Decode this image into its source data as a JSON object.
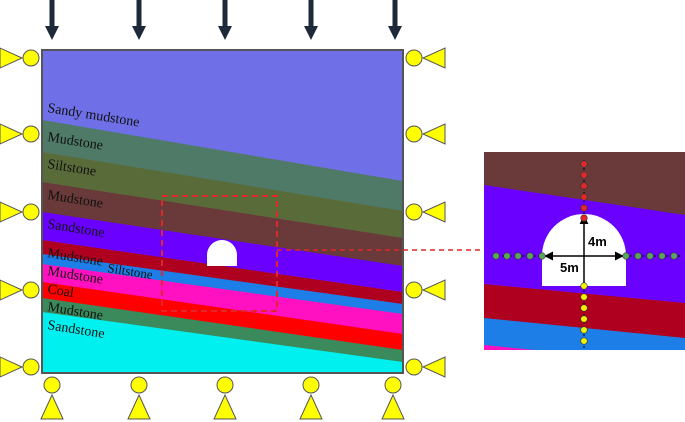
{
  "colors": {
    "sandy_mudstone": "#6f6fe8",
    "mudstone_upper": "#4f7a68",
    "siltstone_upper": "#5a6b3a",
    "mudstone_mid": "#6a3a3a",
    "sandstone": "#6a00ff",
    "mudstone_red": "#b00020",
    "siltstone_blue": "#1c7ee6",
    "mudstone_pink": "#ff10c0",
    "coal": "#ff0000",
    "mudstone_green": "#3b8a5c",
    "sandstone_cyan": "#00f0f0",
    "roller_fill": "#ffff00",
    "arrow": "#1e2a3a",
    "zoom_box": "#e0282a",
    "monitor_red": "#e0282a",
    "monitor_yellow": "#f2f200",
    "monitor_green": "#5aa55a"
  },
  "layers": [
    {
      "id": "sandy-mudstone",
      "label": "Sandy mudstone"
    },
    {
      "id": "mudstone-1",
      "label": "Mudstone"
    },
    {
      "id": "siltstone-1",
      "label": "Siltstone"
    },
    {
      "id": "mudstone-2",
      "label": "Mudstone"
    },
    {
      "id": "sandstone-1",
      "label": "Sandstone"
    },
    {
      "id": "mudstone-3",
      "label": "Mudstone"
    },
    {
      "id": "siltstone-2",
      "label": "Siltstone"
    },
    {
      "id": "mudstone-4",
      "label": "Mudstone"
    },
    {
      "id": "coal",
      "label": "Coal"
    },
    {
      "id": "mudstone-5",
      "label": "Mudstone"
    },
    {
      "id": "sandstone-2",
      "label": "Sandstone"
    }
  ],
  "detail": {
    "height_label": "4m",
    "width_label": "5m"
  }
}
